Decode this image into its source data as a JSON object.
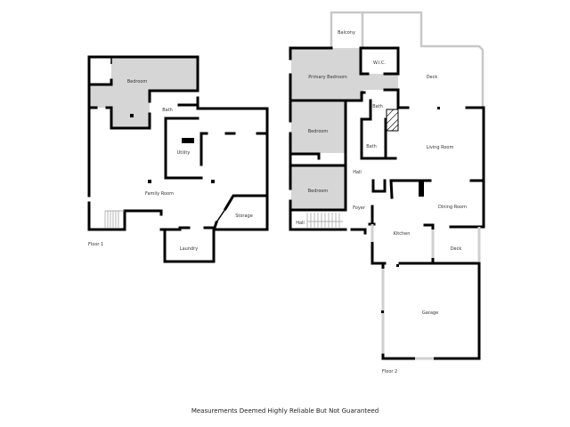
{
  "floor1": {
    "label": "Floor 1",
    "rooms": {
      "bedroom": "Bedroom",
      "bath": "Bath",
      "utility": "Utility",
      "family_room": "Family Room",
      "storage": "Storage",
      "laundry": "Laundry"
    }
  },
  "floor2": {
    "label": "Floor 2",
    "rooms": {
      "balcony": "Balcony",
      "primary_bedroom": "Primary Bedroom",
      "wic": "W.I.C.",
      "deck_top": "Deck",
      "bath_upper": "Bath",
      "bedroom_1": "Bedroom",
      "bath_lower": "Bath",
      "living_room": "Living Room",
      "hall_center": "Hall",
      "bedroom_2": "Bedroom",
      "foyer": "Foyer",
      "hall_lower": "Hall",
      "dining_room": "Dining Room",
      "kitchen": "Kitchen",
      "deck_small": "Deck",
      "garage": "Garage"
    }
  },
  "footer": {
    "disclaimer": "Measurements Deemed Highly Reliable But Not Guaranteed"
  },
  "colors": {
    "wall": "#000000",
    "shaded_room": "#d6d6d6",
    "deck_outline": "#c8c8c8",
    "background": "#ffffff"
  }
}
